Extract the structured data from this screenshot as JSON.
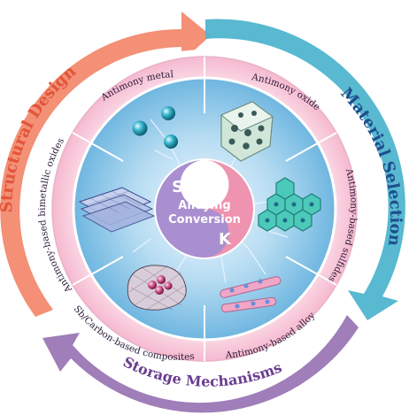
{
  "outer_arcs": {
    "structural_design": "Structural Design",
    "material_selection": "Material Selection",
    "storage_mechanisms": "Storage Mechanisms"
  },
  "segments": {
    "antimony_metal": "Antimony metal",
    "antimony_oxide": "Antimony oxide",
    "antimony_sulfides": "Antimony-based sulfides",
    "antimony_alloy": "Antimony-based alloy",
    "carbon_composites": "Sb/Carbon-based composites",
    "bimetallic_oxides": "Antimony-based bimetallic oxides"
  },
  "center": {
    "sb": "Sb",
    "alloying": "Alloying",
    "conversion": "Conversion",
    "k": "K"
  },
  "colors": {
    "structural": "#f28a6e",
    "material": "#4fb5cf",
    "storage": "#9a77b5",
    "sb_half": "#a98fcf",
    "k_half": "#ee93b0",
    "inner_disk": "#8fc9e8"
  }
}
